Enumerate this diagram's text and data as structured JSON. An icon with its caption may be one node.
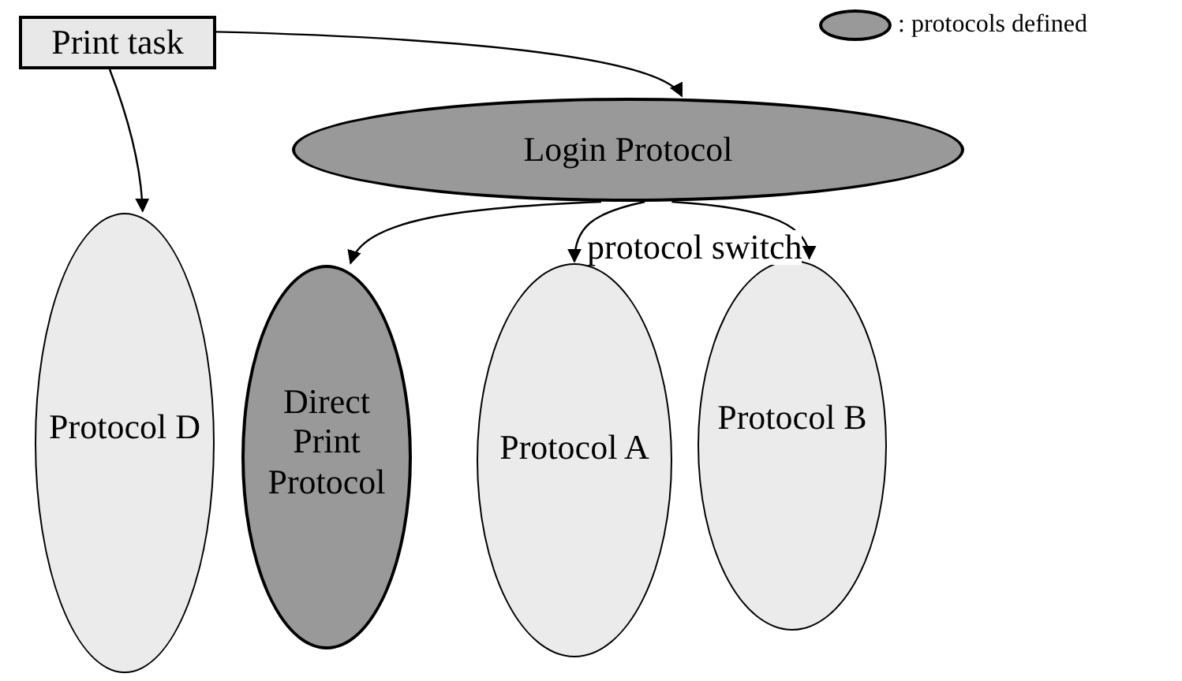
{
  "diagram": {
    "nodes": [
      {
        "text": [
          "Print task"
        ]
      },
      {
        "text": [
          "Login Protocol"
        ]
      },
      {
        "text": [
          "Protocol D"
        ]
      },
      {
        "text": [
          "Direct Print Protocol"
        ]
      },
      {
        "text": [
          "Protocol A"
        ]
      },
      {
        "text": [
          "Protocol B"
        ]
      }
    ],
    "edges": [
      {
        "from": 0,
        "to": 1,
        "arrow": "to"
      },
      {
        "from": 0,
        "to": 2,
        "arrow": "to"
      },
      {
        "from": 1,
        "to": 3,
        "arrow": "to"
      },
      {
        "from": 1,
        "to": 4,
        "arrow": "to"
      },
      {
        "from": 1,
        "to": 5,
        "arrow": "to"
      }
    ],
    "labels": [
      "protocol switch"
    ],
    "legend": [
      {
        "text": ": protocols defined",
        "color": "#999999"
      }
    ]
  }
}
